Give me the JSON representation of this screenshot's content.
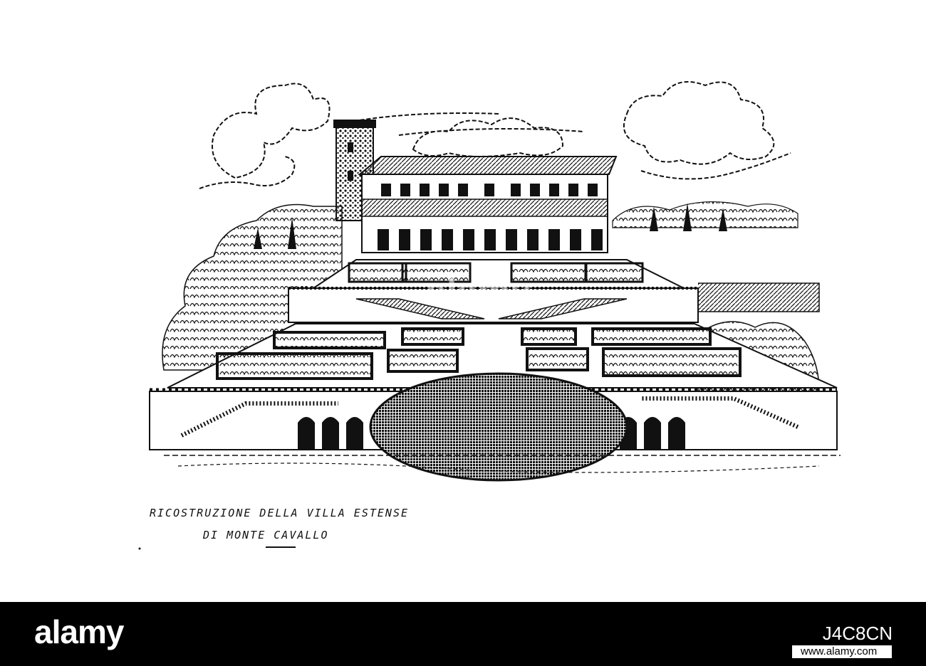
{
  "illustration": {
    "subject": "pen-drawing-villa-gardens",
    "ink_color": "#111111",
    "paper_color": "#ffffff",
    "caption_line1": "RICOSTRUZIONE DELLA VILLA ESTENSE",
    "caption_line2": "DI MONTE CAVALLO"
  },
  "watermark": {
    "text": "alamy"
  },
  "footer": {
    "logo": "alamy",
    "image_code": "J4C8CN",
    "url": "www.alamy.com",
    "background": "#000000"
  }
}
